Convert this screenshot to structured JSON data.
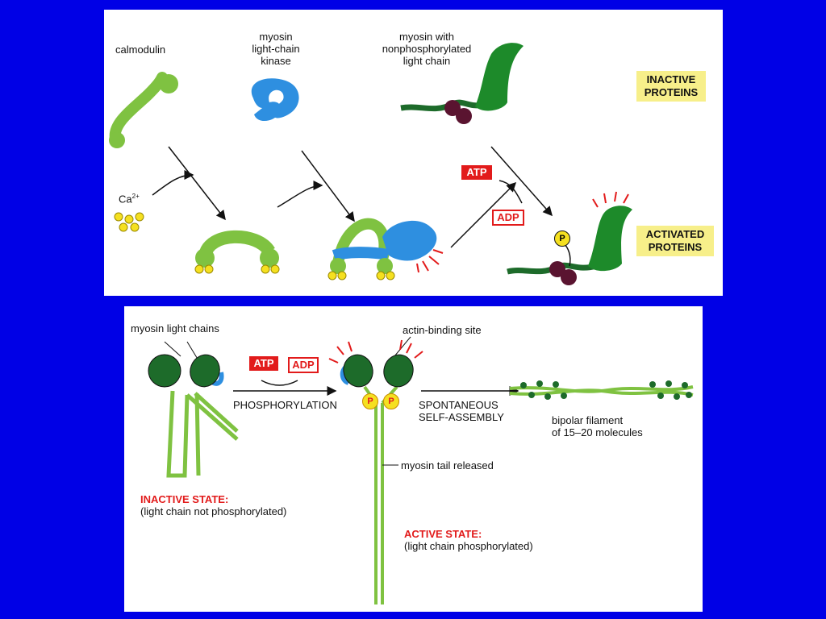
{
  "top": {
    "calmodulin": "calmodulin",
    "mlck_line1": "myosin",
    "mlck_line2": "light-chain",
    "mlck_line3": "kinase",
    "myosin_line1": "myosin with",
    "myosin_line2": "nonphosphorylated",
    "myosin_line3": "light chain",
    "inactive_line1": "INACTIVE",
    "inactive_line2": "PROTEINS",
    "activated_line1": "ACTIVATED",
    "activated_line2": "PROTEINS",
    "ca_base": "Ca",
    "ca_sup": "2+",
    "atp": "ATP",
    "adp": "ADP",
    "phosphate": "P"
  },
  "bottom": {
    "light_chains": "myosin light chains",
    "actin_site": "actin-binding site",
    "atp": "ATP",
    "adp": "ADP",
    "phosphorylation": "PHOSPHORYLATION",
    "assembly_line1": "SPONTANEOUS",
    "assembly_line2": "SELF-ASSEMBLY",
    "filament_line1": "bipolar filament",
    "filament_line2": "of 15–20 molecules",
    "tail_released": "myosin tail released",
    "inactive_title": "INACTIVE STATE:",
    "inactive_sub": "(light chain not phosphorylated)",
    "active_title": "ACTIVE STATE:",
    "active_sub": "(light chain phosphorylated)",
    "phosphate": "P"
  },
  "colors": {
    "background": "#0000e6",
    "green": "#7fc241",
    "dark_green": "#1d6b2a",
    "blue": "#2e8fe0",
    "maroon": "#5a1430",
    "red": "#e21b1b",
    "yellow": "#f7ef8a"
  }
}
